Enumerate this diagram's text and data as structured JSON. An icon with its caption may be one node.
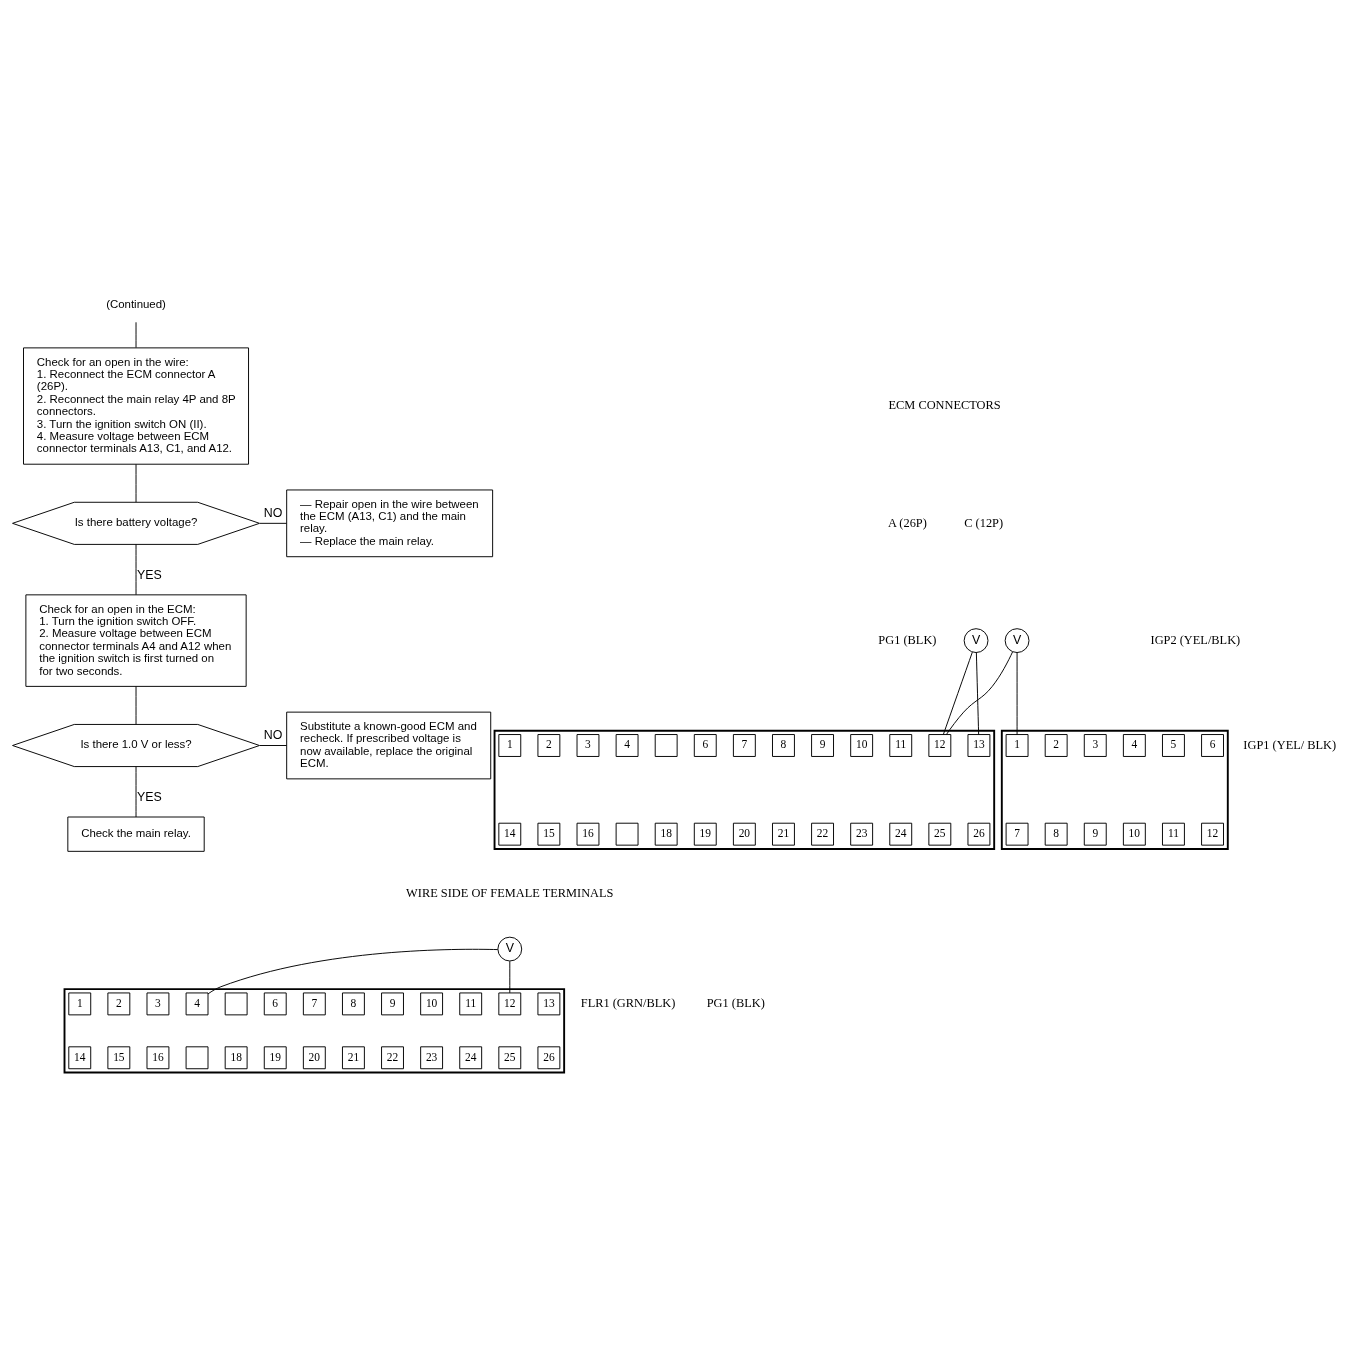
{
  "diagram": {
    "nodes": [
      {
        "text": [
          "(Continued)"
        ]
      },
      {
        "text": [
          "Check for an open in the wire:",
          "1. Reconnect the ECM connector A (26P).",
          "2. Reconnect the main relay 4P and 8P connectors.",
          "3. Turn the ignition switch ON (II).",
          "4. Measure voltage between ECM connector terminals A13, C1, and A12."
        ]
      },
      {
        "text": [
          "Is there battery voltage?"
        ]
      },
      {
        "text": [
          "— Repair open in the wire between the ECM (A13, C1) and the main relay.",
          "— Replace the main relay."
        ]
      },
      {
        "text": [
          "Check for an open in the ECM:",
          "1. Turn the ignition switch OFF.",
          "2. Measure voltage between ECM connector terminals A4 and A12 when the ignition switch is first turned on for two seconds."
        ]
      },
      {
        "text": [
          "Is there 1.0 V or less?"
        ]
      },
      {
        "text": [
          "Substitute a known-good ECM and recheck. If prescribed voltage is now available, replace the original ECM."
        ]
      },
      {
        "text": [
          "Check the main relay."
        ]
      },
      {
        "text": [],
        "shape": "box"
      },
      {
        "text": [
          "1"
        ],
        "in": 8
      },
      {
        "text": [
          "2"
        ],
        "in": 8
      },
      {
        "text": [
          "3"
        ],
        "in": 8
      },
      {
        "text": [
          "4"
        ],
        "in": 8
      },
      {
        "text": [],
        "shape": "box",
        "in": 8
      },
      {
        "text": [
          "6"
        ],
        "in": 8
      },
      {
        "text": [
          "7"
        ],
        "in": 8
      },
      {
        "text": [
          "8"
        ],
        "in": 8
      },
      {
        "text": [
          "9"
        ],
        "in": 8
      },
      {
        "text": [
          "10"
        ],
        "in": 8
      },
      {
        "text": [
          "11"
        ],
        "in": 8
      },
      {
        "text": [
          "12"
        ],
        "in": 8
      },
      {
        "text": [
          "13"
        ],
        "in": 8
      },
      {
        "text": [
          "14"
        ],
        "in": 8
      },
      {
        "text": [
          "15"
        ],
        "in": 8
      },
      {
        "text": [
          "16"
        ],
        "in": 8
      },
      {
        "text": [],
        "shape": "box",
        "in": 8
      },
      {
        "text": [
          "18"
        ],
        "in": 8
      },
      {
        "text": [
          "19"
        ],
        "in": 8
      },
      {
        "text": [
          "20"
        ],
        "in": 8
      },
      {
        "text": [
          "21"
        ],
        "in": 8
      },
      {
        "text": [
          "22"
        ],
        "in": 8
      },
      {
        "text": [
          "23"
        ],
        "in": 8
      },
      {
        "text": [
          "24"
        ],
        "in": 8
      },
      {
        "text": [
          "25"
        ],
        "in": 8
      },
      {
        "text": [
          "26"
        ],
        "in": 8
      },
      {
        "text": [],
        "shape": "box"
      },
      {
        "text": [
          "1"
        ],
        "in": 35
      },
      {
        "text": [
          "2"
        ],
        "in": 35
      },
      {
        "text": [
          "3"
        ],
        "in": 35
      },
      {
        "text": [
          "4"
        ],
        "in": 35
      },
      {
        "text": [
          "5"
        ],
        "in": 35
      },
      {
        "text": [
          "6"
        ],
        "in": 35
      },
      {
        "text": [
          "7"
        ],
        "in": 35
      },
      {
        "text": [
          "8"
        ],
        "in": 35
      },
      {
        "text": [
          "9"
        ],
        "in": 35
      },
      {
        "text": [
          "10"
        ],
        "in": 35
      },
      {
        "text": [
          "11"
        ],
        "in": 35
      },
      {
        "text": [
          "12"
        ],
        "in": 35
      },
      {
        "text": [
          "V"
        ]
      },
      {
        "text": [
          "V"
        ]
      },
      {
        "text": [],
        "shape": "box"
      },
      {
        "text": [
          "1"
        ],
        "in": 50
      },
      {
        "text": [
          "2"
        ],
        "in": 50
      },
      {
        "text": [
          "3"
        ],
        "in": 50
      },
      {
        "text": [
          "4"
        ],
        "in": 50
      },
      {
        "text": [],
        "shape": "box",
        "in": 50
      },
      {
        "text": [
          "6"
        ],
        "in": 50
      },
      {
        "text": [
          "7"
        ],
        "in": 50
      },
      {
        "text": [
          "8"
        ],
        "in": 50
      },
      {
        "text": [
          "9"
        ],
        "in": 50
      },
      {
        "text": [
          "10"
        ],
        "in": 50
      },
      {
        "text": [
          "11"
        ],
        "in": 50
      },
      {
        "text": [
          "12"
        ],
        "in": 50
      },
      {
        "text": [
          "13"
        ],
        "in": 50
      },
      {
        "text": [
          "14"
        ],
        "in": 50
      },
      {
        "text": [
          "15"
        ],
        "in": 50
      },
      {
        "text": [
          "16"
        ],
        "in": 50
      },
      {
        "text": [],
        "shape": "box",
        "in": 50
      },
      {
        "text": [
          "18"
        ],
        "in": 50
      },
      {
        "text": [
          "19"
        ],
        "in": 50
      },
      {
        "text": [
          "20"
        ],
        "in": 50
      },
      {
        "text": [
          "21"
        ],
        "in": 50
      },
      {
        "text": [
          "22"
        ],
        "in": 50
      },
      {
        "text": [
          "23"
        ],
        "in": 50
      },
      {
        "text": [
          "24"
        ],
        "in": 50
      },
      {
        "text": [
          "25"
        ],
        "in": 50
      },
      {
        "text": [
          "26"
        ],
        "in": 50
      },
      {
        "text": [
          "V"
        ]
      }
    ],
    "edges": [
      {
        "from": 0,
        "to": 1,
        "arrow": "none"
      },
      {
        "from": 1,
        "to": 2,
        "arrow": "none"
      },
      {
        "from": 2,
        "to": 3,
        "arrow": "none",
        "label": "NO"
      },
      {
        "from": 2,
        "to": 4,
        "arrow": "none",
        "label": "YES"
      },
      {
        "from": 4,
        "to": 5,
        "arrow": "none"
      },
      {
        "from": 5,
        "to": 6,
        "arrow": "none",
        "label": "NO"
      },
      {
        "from": 5,
        "to": 7,
        "arrow": "none",
        "label": "YES"
      },
      {
        "from": 48,
        "to": 20,
        "arrow": "none"
      },
      {
        "from": 48,
        "to": 21,
        "arrow": "none"
      },
      {
        "from": 49,
        "to": 20,
        "arrow": "none"
      },
      {
        "from": 49,
        "to": 36,
        "arrow": "none"
      },
      {
        "from": 77,
        "to": 54,
        "arrow": "none"
      },
      {
        "from": 77,
        "to": 62,
        "arrow": "none"
      }
    ],
    "labels": [
      "ECM CONNECTORS",
      "A (26P)",
      "C (12P)",
      "PG1 (BLK)",
      "IGP2 (YEL/BLK)",
      "IGP1 (YEL/ BLK)",
      "WIRE SIDE OF FEMALE TERMINALS",
      "FLR1 (GRN/BLK)",
      "PG1 (BLK)"
    ]
  }
}
